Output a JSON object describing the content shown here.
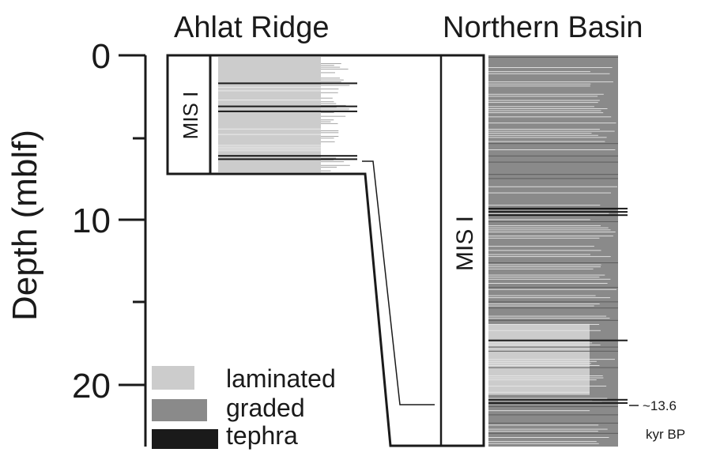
{
  "titles": {
    "left": "Ahlat Ridge",
    "right": "Northern Basin"
  },
  "axis": {
    "label": "Depth (mblf)",
    "ticks": [
      "0",
      "10",
      "20"
    ],
    "min": 0,
    "max": 23.5
  },
  "units": {
    "left": "MIS I",
    "right": "MIS I"
  },
  "legend": [
    {
      "label": "laminated",
      "color": "#cccccc"
    },
    {
      "label": "graded",
      "color": "#8a8a8a"
    },
    {
      "label": "tephra",
      "color": "#1a1a1a"
    }
  ],
  "annotation": {
    "line1": "~13.6",
    "line2": "kyr BP"
  },
  "colors": {
    "laminated": "#cccccc",
    "graded": "#8a8a8a",
    "tephra": "#1a1a1a",
    "outline": "#1a1a1a"
  },
  "ahlat_tephra_depths": [
    1.7,
    3.1,
    3.4,
    6.1,
    6.3
  ],
  "basin_tephra_depths": [
    9.3,
    9.5,
    9.7,
    17.3,
    20.9,
    21.1
  ],
  "basin_laminated_ranges": [
    [
      16.3,
      20.6
    ]
  ]
}
